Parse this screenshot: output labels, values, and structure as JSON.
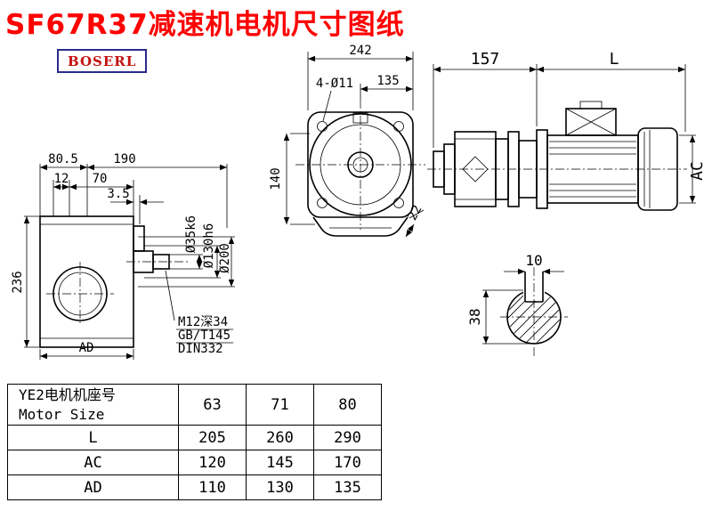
{
  "title": "SF67R37减速机电机尺寸图纸",
  "logo": "BOSERL",
  "side_view": {
    "dim_80_5": "80.5",
    "dim_190": "190",
    "dim_12": "12",
    "dim_70": "70",
    "dim_3_5": "3.5",
    "dim_236": "236",
    "dim_ad": "AD",
    "dia_shaft": "Ø35k6",
    "dia_spigot": "Ø130h6",
    "dia_flange": "Ø200",
    "tap_note": "M12深34",
    "std_1": "GB/T145",
    "std_2": "DIN332"
  },
  "front_view": {
    "dim_242": "242",
    "dim_135": "135",
    "holes_note": "4-Ø11",
    "dim_140": "140",
    "dim_22": "22"
  },
  "motor_view": {
    "dim_157": "157",
    "dim_L": "L",
    "dim_AC": "AC"
  },
  "shaft_section": {
    "dim_10": "10",
    "dim_38": "38"
  },
  "table": {
    "header_cn": "YE2电机机座号",
    "header_en": "Motor Size",
    "sizes": [
      "63",
      "71",
      "80"
    ],
    "rows": [
      {
        "label": "L",
        "values": [
          "205",
          "260",
          "290"
        ]
      },
      {
        "label": "AC",
        "values": [
          "120",
          "145",
          "170"
        ]
      },
      {
        "label": "AD",
        "values": [
          "110",
          "130",
          "135"
        ]
      }
    ]
  }
}
